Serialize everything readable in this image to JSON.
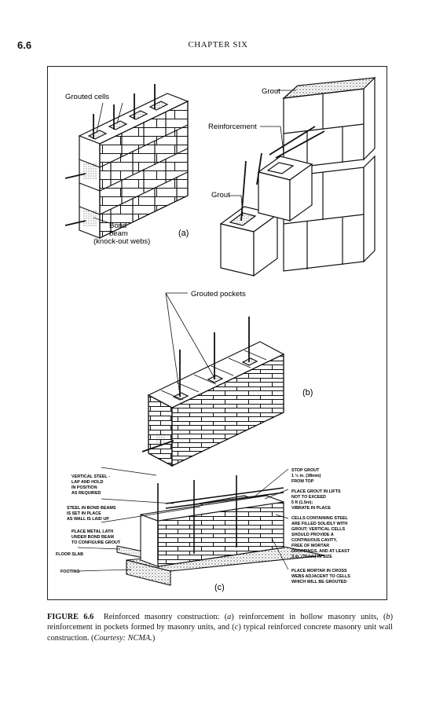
{
  "header": {
    "page_number": "6.6",
    "chapter": "CHAPTER SIX"
  },
  "figure": {
    "panel_a": {
      "grouted_cells": "Grouted cells",
      "bond_beam": [
        "Bond",
        "beam",
        "(knock-out webs)"
      ],
      "letter": "(a)"
    },
    "panel_a2": {
      "grout_top": "Grout",
      "reinforcement": "Reinforcement",
      "grout_bottom": "Grout"
    },
    "panel_b": {
      "grouted_pockets": "Grouted pockets",
      "letter": "(b)"
    },
    "panel_c": {
      "left_notes": [
        [
          "VERTICAL STEEL -",
          "LAP AND HOLD",
          "IN POSITION",
          "AS REQUIRED"
        ],
        [
          "STEEL IN BOND BEAMS",
          "IS SET IN PLACE",
          "AS WALL IS LAID UP"
        ],
        [
          "PLACE METAL LATH",
          "UNDER BOND BEAM",
          "TO CONFIGURE GROUT"
        ],
        [
          "FLOOR SLAB"
        ],
        [
          "FOOTING"
        ]
      ],
      "right_notes": [
        [
          "STOP GROUT",
          "1 ½ in. (38mm)",
          "FROM TOP"
        ],
        [
          "PLACE GROUT IN LIFTS",
          "NOT TO EXCEED",
          "5 ft (1.5m);",
          "VIBRATE IN PLACE"
        ],
        [
          "CELLS CONTAINING STEEL",
          "ARE FILLED SOLIDLY WITH",
          "GROUT; VERTICAL CELLS",
          "SHOULD PROVIDE A",
          "CONTINUOUS CAVITY,",
          "FREE OF MORTAR",
          "DROPPINGS, AND AT LEAST",
          "3 in. (76mm) IN SIZE"
        ],
        [
          "PLACE MORTAR IN CROSS",
          "WEBS ADJACENT TO CELLS",
          "WHICH WILL BE GROUTED"
        ]
      ],
      "letter": "(c)"
    }
  },
  "caption": {
    "label": "FIGURE 6.6",
    "segments": [
      {
        "t": "Reinforced masonry construction: ("
      },
      {
        "i": "a"
      },
      {
        "t": ") reinforcement in hollow masonry units, ("
      },
      {
        "i": "b"
      },
      {
        "t": ") reinforcement in pockets formed by masonry units, and ("
      },
      {
        "i": "c"
      },
      {
        "t": ") typical reinforced concrete masonry unit wall construction. ("
      },
      {
        "i": "Courtesy: NCMA."
      },
      {
        "t": ")"
      }
    ]
  }
}
